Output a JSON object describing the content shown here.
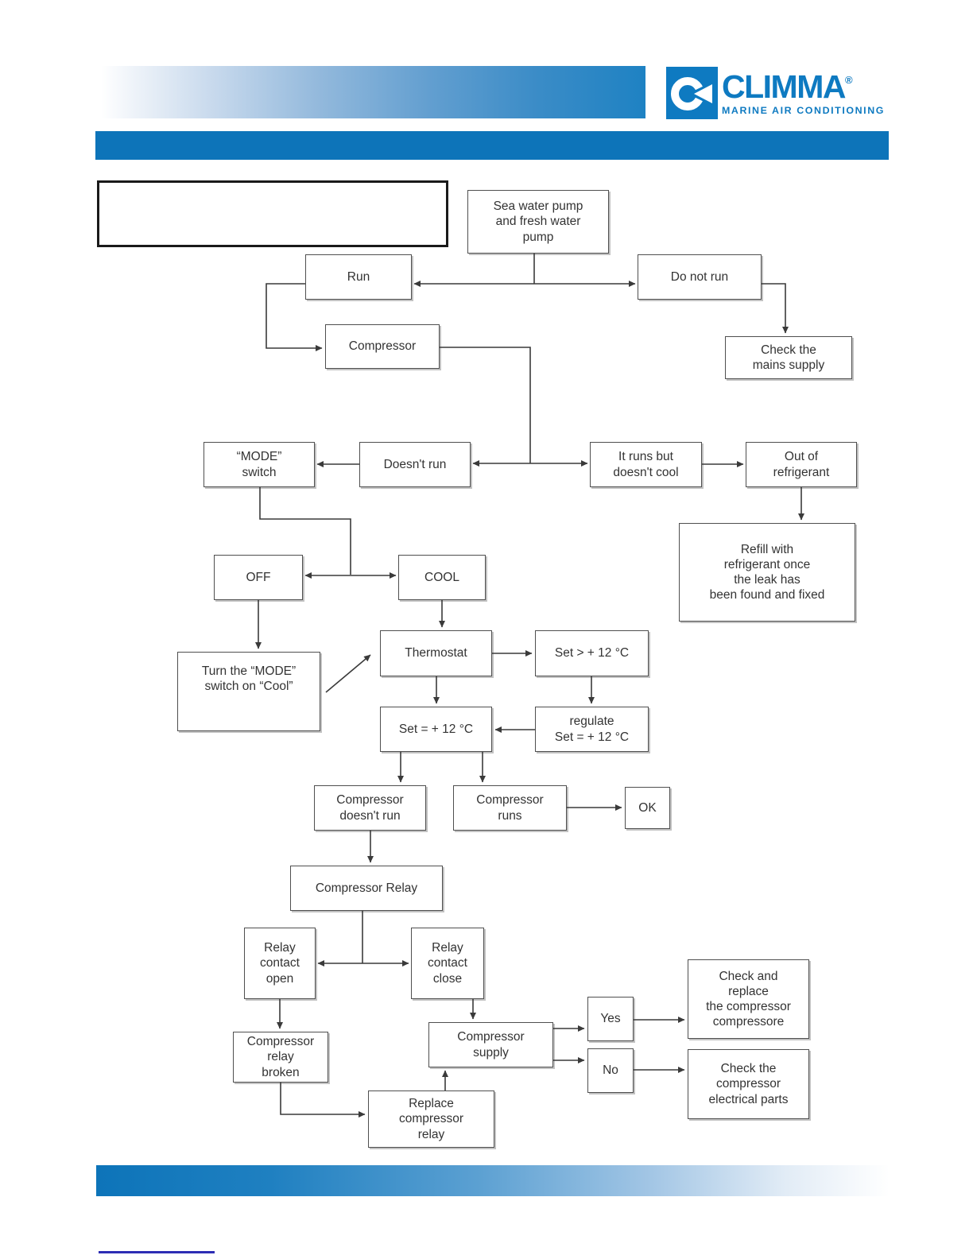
{
  "header": {
    "brand": "CLIMMA",
    "registered_mark": "®",
    "tagline": "MARINE AIR CONDITIONING"
  },
  "colors": {
    "brand_blue": "#0e7ac1",
    "bar_blue": "#0d74b9",
    "underline_navy": "#2d2db4",
    "box_border": "#4f4f4f",
    "connector": "#3a3a3a"
  },
  "flowchart": {
    "nodes": {
      "title_box": "",
      "sea_water_pump": "Sea water pump\nand fresh water\npump",
      "run": "Run",
      "do_not_run": "Do not run",
      "check_mains": "Check the\nmains supply",
      "compressor": "Compressor",
      "mode_switch": "“MODE”\nswitch",
      "doesnt_run": "Doesn't run",
      "runs_not_cool": "It runs but\ndoesn't cool",
      "out_refrigerant": "Out of\nrefrigerant",
      "refill": "Refill with\nrefrigerant once\nthe leak has\nbeen found and fixed",
      "off": "OFF",
      "cool": "COOL",
      "thermostat": "Thermostat",
      "set_gt": "Set > + 12 °C",
      "turn_mode": "Turn the  “MODE”\nswitch on “Cool”",
      "set_eq": "Set = + 12 °C",
      "regulate": "regulate\nSet = + 12 °C",
      "comp_doesnt_run": "Compressor\ndoesn't run",
      "comp_runs": "Compressor\nruns",
      "ok": "OK",
      "comp_relay": "Compressor Relay",
      "relay_open": "Relay\ncontact\nopen",
      "relay_close": "Relay\ncontact\nclose",
      "relay_broken": "Compressor\nrelay\nbroken",
      "comp_supply": "Compressor\nsupply",
      "yes": "Yes",
      "no": "No",
      "check_replace": "Check and\nreplace\nthe compressor\ncompressore",
      "check_electrical": "Check the\ncompressor\nelectrical parts",
      "replace_relay": "Replace\ncompressor\nrelay"
    }
  }
}
